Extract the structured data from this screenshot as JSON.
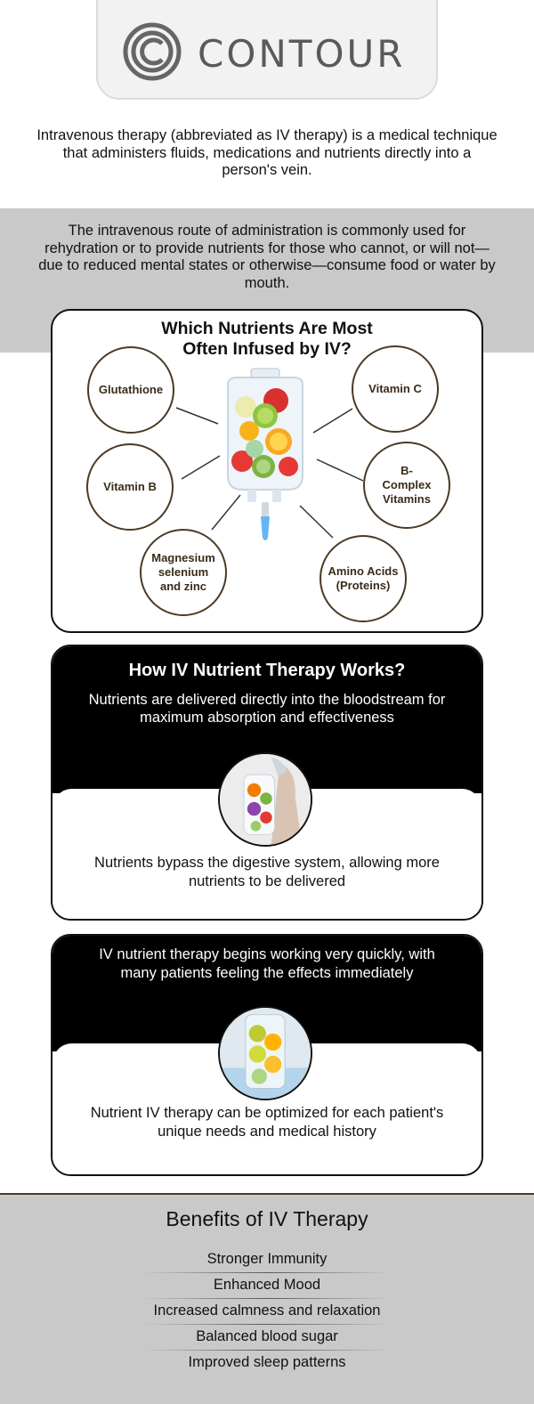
{
  "brand": {
    "name": "CONTOUR"
  },
  "intro_text": "Intravenous therapy (abbreviated as IV therapy) is a medical technique that administers fluids, medications and nutrients directly into a person's vein.",
  "route_text": "The intravenous route of administration is commonly used for rehydration or to provide nutrients for those who cannot, or will not—due to reduced mental states or otherwise—consume food or water by mouth.",
  "nutrients": {
    "title_line1": "Which Nutrients Are Most",
    "title_line2": "Often Infused by IV?",
    "items": [
      {
        "label": "Glutathione"
      },
      {
        "label": "Vitamin C"
      },
      {
        "label": "Vitamin B"
      },
      {
        "label": "B-Complex Vitamins"
      },
      {
        "label": "Magnesium selenium and zinc"
      },
      {
        "label": "Amino Acids (Proteins)"
      }
    ]
  },
  "works": {
    "title": "How IV Nutrient Therapy Works?",
    "subtitle": "Nutrients are delivered directly into the bloodstream for maximum absorption and effectiveness",
    "bottom": "Nutrients bypass the digestive system, allowing more nutrients to be delivered"
  },
  "quick": {
    "text": "IV nutrient therapy begins working very quickly, with many patients feeling the effects immediately",
    "bottom": "Nutrient IV therapy can be optimized for each patient's unique needs and medical history"
  },
  "benefits": {
    "title": "Benefits of IV Therapy",
    "items": [
      "Stronger Immunity",
      "Enhanced Mood",
      "Increased calmness and relaxation",
      "Balanced blood sugar",
      "Improved sleep patterns"
    ]
  },
  "colors": {
    "black": "#000000",
    "gray_band": "#c9c9c9",
    "circle_border": "#4a3a24",
    "logo_gray": "#5a5a5a"
  }
}
